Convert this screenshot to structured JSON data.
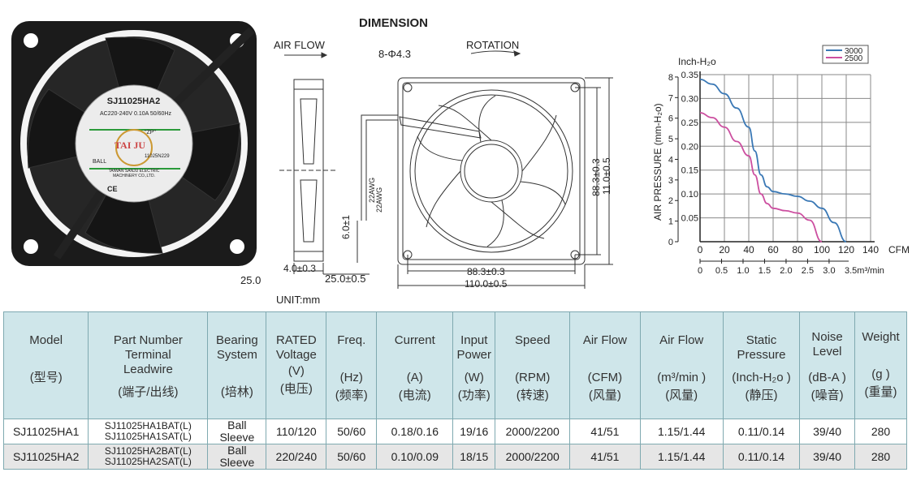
{
  "dimension": {
    "title": "DIMENSION",
    "air_flow": "AIR FLOW",
    "rotation": "ROTATION",
    "holes": "8-Φ4.3",
    "side_width": "4.0±0.3",
    "side_depth": "25.0±0.5",
    "depth_outer": "25.0",
    "wire_height": "6.0±1",
    "awg1": "22AWG",
    "awg2": "22AWG",
    "hole_span_h": "88.3±0.3",
    "outer_h": "110.0±0.5",
    "hole_span_v": "88.3±0.3",
    "outer_v": "11.0±0.5",
    "unit": "UNIT:mm"
  },
  "fan_label": {
    "model": "SJ11025HA2",
    "rating": "AC220-240V  0.10A  50/60Hz",
    "brand": "TAI JU",
    "bearing": "BALL",
    "code": "11025N229",
    "company": "TAIWAN SANJU ELECTRIC MACHINERY CO.,LTD.",
    "mark": "\"ZP\"",
    "ce": "CE"
  },
  "chart_data": {
    "type": "line",
    "y_axis_title": "Inch-H₂o",
    "y_axis_label": "AIR PRESSURE (mm-H₂o)",
    "x_axis_unit": "CFM",
    "x_axis2_unit": "3.5m³/min",
    "y_ticks_mm": [
      "0",
      "1",
      "2",
      "3",
      "4",
      "5",
      "6",
      "7",
      "8"
    ],
    "y_ticks_inch": [
      "0.35",
      "0.30",
      "0.25",
      "0.20",
      "0.15",
      "0.10",
      "0.05"
    ],
    "x_ticks_cfm": [
      "0",
      "20",
      "40",
      "60",
      "80",
      "100",
      "120",
      "140"
    ],
    "x_ticks_m3": [
      "0",
      "0.5",
      "1.0",
      "1.5",
      "2.0",
      "2.5",
      "3.0"
    ],
    "xlim": [
      0,
      140
    ],
    "ylim": [
      0,
      0.35
    ],
    "grid": true,
    "legend_position": "top-right",
    "series": [
      {
        "name": "3000",
        "color": "#3a78b5",
        "x": [
          0,
          10,
          20,
          30,
          40,
          45,
          50,
          55,
          60,
          70,
          80,
          90,
          100,
          110,
          120
        ],
        "y": [
          0.34,
          0.33,
          0.31,
          0.28,
          0.24,
          0.19,
          0.14,
          0.115,
          0.105,
          0.1,
          0.095,
          0.085,
          0.07,
          0.04,
          0.0
        ]
      },
      {
        "name": "2500",
        "color": "#cc4fa0",
        "x": [
          0,
          10,
          20,
          30,
          40,
          45,
          50,
          55,
          60,
          70,
          80,
          90,
          100
        ],
        "y": [
          0.27,
          0.26,
          0.24,
          0.21,
          0.18,
          0.14,
          0.1,
          0.08,
          0.07,
          0.065,
          0.06,
          0.045,
          0.0
        ]
      }
    ]
  },
  "table": {
    "headers": [
      {
        "title": "Model",
        "unit": "(型号)"
      },
      {
        "title": "Part Number\nTerminal\nLeadwire",
        "unit": "(端子/出线)"
      },
      {
        "title": "Bearing\nSystem",
        "unit": "(培林)"
      },
      {
        "title": "RATED\nVoltage",
        "unit": "(V)",
        "unit2": "(电压)"
      },
      {
        "title": "Freq.",
        "unit": "(Hz)",
        "unit2": "(频率)"
      },
      {
        "title": "Current",
        "unit": "(A)",
        "unit2": "(电流)"
      },
      {
        "title": "Input\nPower",
        "unit": "(W)",
        "unit2": "(功率)"
      },
      {
        "title": "Speed",
        "unit": "(RPM)",
        "unit2": "(转速)"
      },
      {
        "title": "Air Flow",
        "unit": "(CFM)",
        "unit2": "(风量)"
      },
      {
        "title": "Air Flow",
        "unit": "(m³/min )",
        "unit2": "(风量)"
      },
      {
        "title": "Static\nPressure",
        "unit": "(Inch-H₂o )",
        "unit2": "(静压)"
      },
      {
        "title": "Noise\nLevel",
        "unit": "(dB-A )",
        "unit2": "(噪音)"
      },
      {
        "title": "Weight",
        "unit": "(g )",
        "unit2": "(重量)"
      }
    ],
    "rows": [
      {
        "model": "SJ11025HA1",
        "part1": "SJ11025HA1BAT(L)",
        "part2": "SJ11025HA1SAT(L)",
        "bearing1": "Ball",
        "bearing2": "Sleeve",
        "voltage": "110/120",
        "freq": "50/60",
        "current": "0.18/0.16",
        "power": "19/16",
        "speed": "2000/2200",
        "cfm": "41/51",
        "m3": "1.15/1.44",
        "pressure": "0.11/0.14",
        "noise": "39/40",
        "weight": "280"
      },
      {
        "model": "SJ11025HA2",
        "part1": "SJ11025HA2BAT(L)",
        "part2": "SJ11025HA2SAT(L)",
        "bearing1": "Ball",
        "bearing2": "Sleeve",
        "voltage": "220/240",
        "freq": "50/60",
        "current": "0.10/0.09",
        "power": "18/15",
        "speed": "2000/2200",
        "cfm": "41/51",
        "m3": "1.15/1.44",
        "pressure": "0.11/0.14",
        "noise": "39/40",
        "weight": "280"
      }
    ]
  }
}
